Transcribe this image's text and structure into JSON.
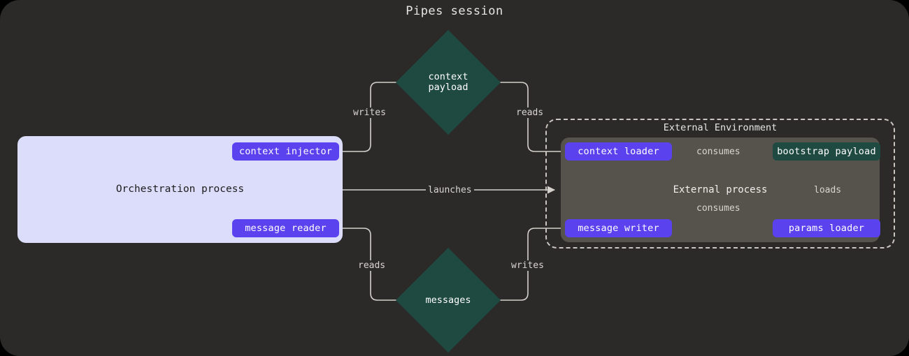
{
  "title": "Pipes session",
  "theme": {
    "canvas_bg": "#2b2a29",
    "page_bg": "#000000",
    "orchestration_bg": "#dcdcfb",
    "external_process_bg": "#56524c",
    "chip_purple": "#5b42ef",
    "chip_green": "#1f4a42",
    "edge_color": "#d4d1cc",
    "text_light": "#e8e6e3",
    "text_dark": "#1d1d1d"
  },
  "clusters": {
    "orchestration": {
      "label": "Orchestration process",
      "nodes": {
        "context_injector": "context injector",
        "message_reader": "message reader"
      }
    },
    "external_environment": {
      "label": "External Environment",
      "process": {
        "label": "External process",
        "nodes": {
          "context_loader": "context loader",
          "message_writer": "message writer",
          "bootstrap_payload": "bootstrap payload",
          "params_loader": "params loader"
        }
      }
    }
  },
  "stores": {
    "context_payload": "context\npayload",
    "messages": "messages"
  },
  "edges": {
    "injector_writes": "writes",
    "loader_reads": "reads",
    "launches": "launches",
    "reader_reads": "reads",
    "writer_writes": "writes",
    "loader_consumes": "consumes",
    "writer_consumes": "consumes",
    "params_loads": "loads"
  }
}
